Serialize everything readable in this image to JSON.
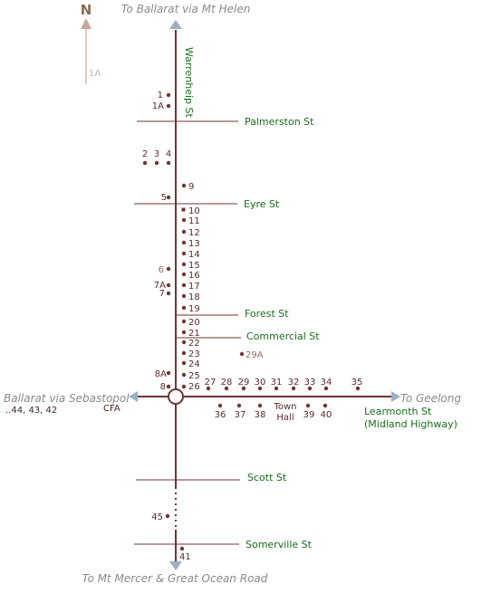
{
  "north_label": "N",
  "north_stop": "1A",
  "destinations": {
    "north": "To Ballarat via Mt Helen",
    "south": "To Mt Mercer & Great Ocean Road",
    "west": "Ballarat via Sebastopol",
    "east": "To Geelong"
  },
  "streets": {
    "warrenheip": "Warrenheip St",
    "palmerston": "Palmerston St",
    "eyre": "Eyre St",
    "forest": "Forest St",
    "commercial": "Commercial St",
    "learmonth": "Learmonth St",
    "learmonth_sub": "(Midland Highway)",
    "scott": "Scott St",
    "somerville": "Somerville St"
  },
  "landmarks": {
    "cfa": "CFA",
    "town_hall_line1": "Town",
    "town_hall_line2": "Hall",
    "west_routes": "..44, 43, 42"
  },
  "stops": {
    "s1": "1",
    "s1a": "1A",
    "s2": "2",
    "s3": "3",
    "s4": "4",
    "s5": "5",
    "s6": "6",
    "s7a": "7A",
    "s7": "7",
    "s8a": "8A",
    "s8": "8",
    "s9": "9",
    "s10": "10",
    "s11": "11",
    "s12": "12",
    "s13": "13",
    "s14": "14",
    "s15": "15",
    "s16": "16",
    "s17": "17",
    "s18": "18",
    "s19": "19",
    "s20": "20",
    "s21": "21",
    "s22": "22",
    "s23": "23",
    "s24": "24",
    "s25": "25",
    "s26": "26",
    "s27": "27",
    "s28": "28",
    "s29": "29",
    "s29a": "29A",
    "s30": "30",
    "s31": "31",
    "s32": "32",
    "s33": "33",
    "s34": "34",
    "s35": "35",
    "s36": "36",
    "s37": "37",
    "s38": "38",
    "s39": "39",
    "s40": "40",
    "s41": "41",
    "s45": "45"
  },
  "colors": {
    "route": "#6e3535",
    "street_text": "#1a6e1a",
    "arrow": "#9bb0c4",
    "north_arrow": "#c8a896"
  }
}
